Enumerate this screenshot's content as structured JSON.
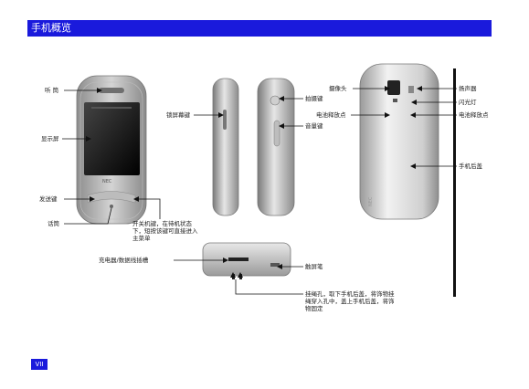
{
  "header": {
    "title": "手机概览"
  },
  "labels": {
    "earpiece": "听 筒",
    "display": "显示屏",
    "send_key": "发送键",
    "microphone": "话筒",
    "power_key": "开关机键，在待机状态下，短按该键可直接进入主菜单",
    "lock_key": "锁屏幕键",
    "camera_key": "拍摄键",
    "volume_key": "音量键",
    "camera": "摄像头",
    "battery_release": "电池释放点",
    "speaker": "扬声器",
    "flash": "闪光灯",
    "battery_release_2": "电池释放点",
    "back_cover": "手机后盖",
    "charger_port": "充电器/数据线插槽",
    "stylus": "触屏笔",
    "strap_note": "挂绳孔，取下手机后盖，将饰物挂绳穿入孔中，盖上手机后盖，将饰物固定"
  },
  "footer": {
    "page": "VII"
  },
  "colors": {
    "accent": "#1a1adc"
  }
}
